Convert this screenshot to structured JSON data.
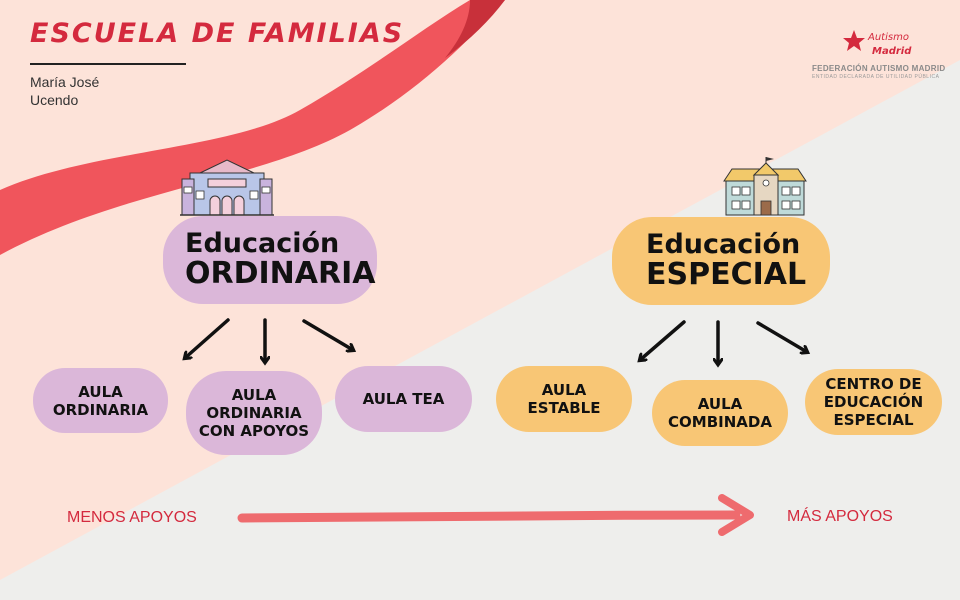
{
  "header": {
    "title": "ESCUELA DE FAMILIAS",
    "author_line1": "María José",
    "author_line2": "Ucendo"
  },
  "logo": {
    "brand_line1": "Autismo",
    "brand_line2": "Madrid",
    "org_name": "FEDERACIÓN AUTISMO MADRID",
    "org_subtitle": "ENTIDAD DECLARADA DE UTILIDAD PÚBLICA"
  },
  "ordinaria": {
    "title_line1": "Educación",
    "title_line2": "ORDINARIA",
    "options": [
      {
        "line1": "AULA",
        "line2": "ORDINARIA",
        "line3": ""
      },
      {
        "line1": "AULA",
        "line2": "ORDINARIA",
        "line3": "CON APOYOS"
      },
      {
        "line1": "AULA TEA",
        "line2": "",
        "line3": ""
      }
    ]
  },
  "especial": {
    "title_line1": "Educación",
    "title_line2": "ESPECIAL",
    "options": [
      {
        "line1": "AULA",
        "line2": "ESTABLE",
        "line3": ""
      },
      {
        "line1": "AULA",
        "line2": "COMBINADA",
        "line3": ""
      },
      {
        "line1": "CENTRO DE",
        "line2": "EDUCACIÓN",
        "line3": "ESPECIAL"
      }
    ]
  },
  "scale": {
    "left_label": "MENOS APOYOS",
    "right_label": "MÁS APOYOS"
  },
  "colors": {
    "accent_red": "#d42a3e",
    "ribbon_red": "#f0555c",
    "peach_bg": "#fde3d9",
    "grey_bg": "#eeeeec",
    "purple": "#dbb7d9",
    "orange": "#f8c675",
    "arrow_red": "#ee6b6e"
  },
  "icons": [
    "school-building-purple-icon",
    "school-building-teal-icon",
    "autismo-madrid-logo-icon"
  ]
}
